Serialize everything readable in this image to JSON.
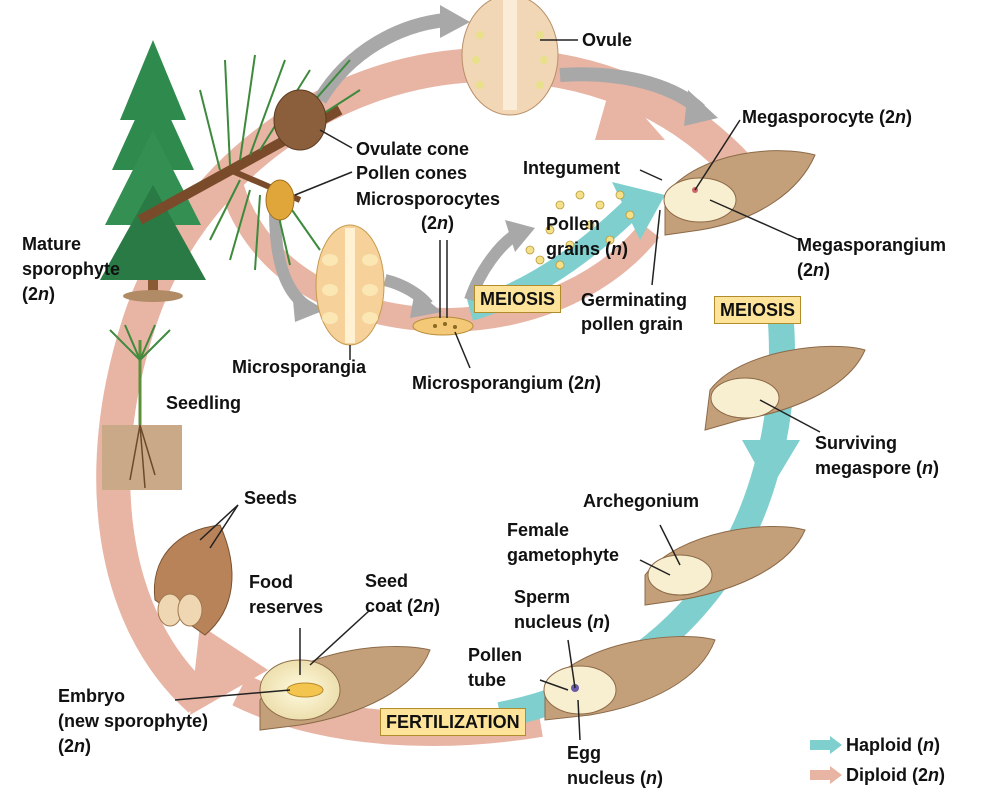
{
  "labels": {
    "ovule": "Ovule",
    "megasporocyte": "Megasporocyte (2n)",
    "ovulate_cone": "Ovulate cone",
    "pollen_cones": "Pollen cones",
    "microsporocytes_1": "Microsporocytes",
    "microsporocytes_2": "(2n)",
    "integument": "Integument",
    "pollen_grains_1": "Pollen",
    "pollen_grains_2": "grains (n)",
    "megasporangium_1": "Megasporangium",
    "megasporangium_2": "(2n)",
    "mature_sporophyte_1": "Mature",
    "mature_sporophyte_2": "sporophyte",
    "mature_sporophyte_3": "(2n)",
    "germinating_1": "Germinating",
    "germinating_2": "pollen grain",
    "microsporangia": "Microsporangia",
    "microsporangium": "Microsporangium (2n)",
    "seedling": "Seedling",
    "surviving_1": "Surviving",
    "surviving_2": "megaspore (n)",
    "seeds": "Seeds",
    "archegonium": "Archegonium",
    "female_gam_1": "Female",
    "female_gam_2": "gametophyte",
    "food_1": "Food",
    "food_2": "reserves",
    "seedcoat_1": "Seed",
    "seedcoat_2": "coat (2n)",
    "sperm_1": "Sperm",
    "sperm_2": "nucleus (n)",
    "pollen_tube_1": "Pollen",
    "pollen_tube_2": "tube",
    "embryo_1": "Embryo",
    "embryo_2": "(new sporophyte)",
    "embryo_3": "(2n)",
    "egg_1": "Egg",
    "egg_2": "nucleus (n)"
  },
  "stages": {
    "meiosis_left": "MEIOSIS",
    "meiosis_right": "MEIOSIS",
    "fertilization": "FERTILIZATION"
  },
  "legend": {
    "haploid": "Haploid (n)",
    "diploid": "Diploid (2n)"
  },
  "colors": {
    "haploid": "#7fcfcf",
    "diploid": "#e8b4a3",
    "stage_box": "#fde49a"
  }
}
